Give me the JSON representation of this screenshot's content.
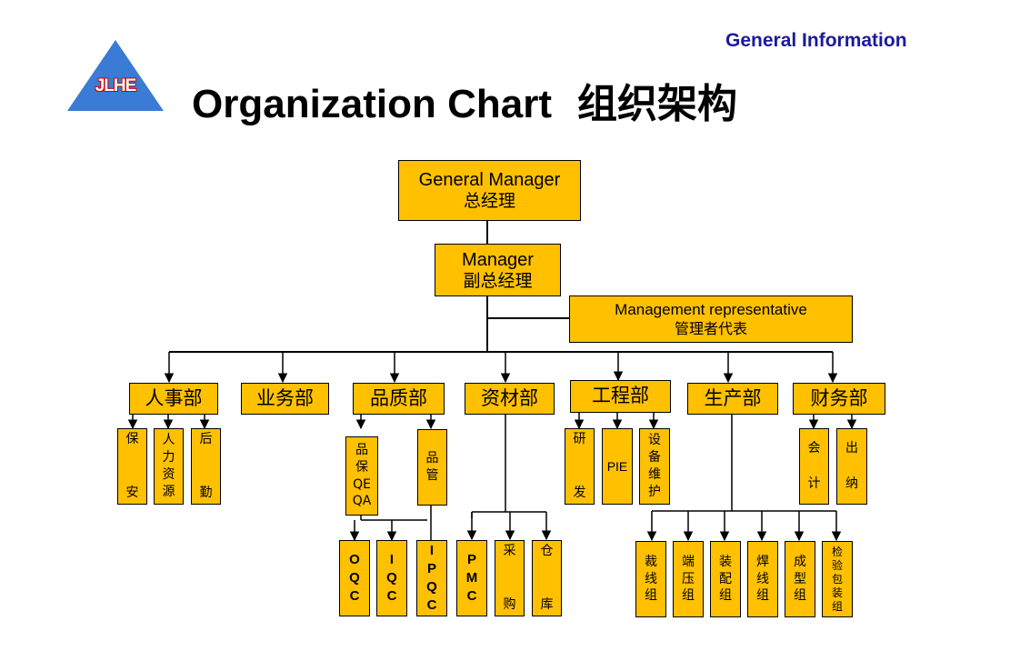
{
  "header": {
    "label": "General Information",
    "title_en": "Organization Chart",
    "title_cn": "组织架构"
  },
  "logo": {
    "text": "JLHE",
    "color": "#3a7bd5"
  },
  "colors": {
    "box": "#ffc000",
    "line": "#000000",
    "header": "#1a1a9c"
  },
  "org": {
    "gm": {
      "en": "General Manager",
      "cn": "总经理"
    },
    "manager": {
      "en": "Manager",
      "cn": "副总经理"
    },
    "rep": {
      "en": "Management representative",
      "cn": "管理者代表"
    },
    "departments": [
      "人事部",
      "业务部",
      "品质部",
      "资材部",
      "工程部",
      "生产部",
      "财务部"
    ],
    "hr": [
      [
        "保",
        "安"
      ],
      [
        "人",
        "力",
        "资",
        "源"
      ],
      [
        "后",
        "勤"
      ]
    ],
    "quality": [
      [
        "品",
        "保",
        "QE",
        "QA"
      ],
      [
        "品",
        "管"
      ]
    ],
    "quality_sub": [
      [
        "O",
        "Q",
        "C"
      ],
      [
        "I",
        "Q",
        "C"
      ],
      [
        "I",
        "P",
        "Q",
        "C"
      ]
    ],
    "materials": [
      [
        "P",
        "M",
        "C"
      ],
      [
        "采",
        "购"
      ],
      [
        "仓",
        "库"
      ]
    ],
    "engineering": [
      [
        "研",
        "发"
      ],
      [
        "PIE"
      ],
      [
        "设",
        "备",
        "维",
        "护"
      ]
    ],
    "production": [
      [
        "裁",
        "线",
        "组"
      ],
      [
        "端",
        "压",
        "组"
      ],
      [
        "装",
        "配",
        "组"
      ],
      [
        "焊",
        "线",
        "组"
      ],
      [
        "成",
        "型",
        "组"
      ],
      [
        "检",
        "验",
        "包",
        "装",
        "组"
      ]
    ],
    "finance": [
      [
        "会",
        "计"
      ],
      [
        "出",
        "纳"
      ]
    ]
  }
}
